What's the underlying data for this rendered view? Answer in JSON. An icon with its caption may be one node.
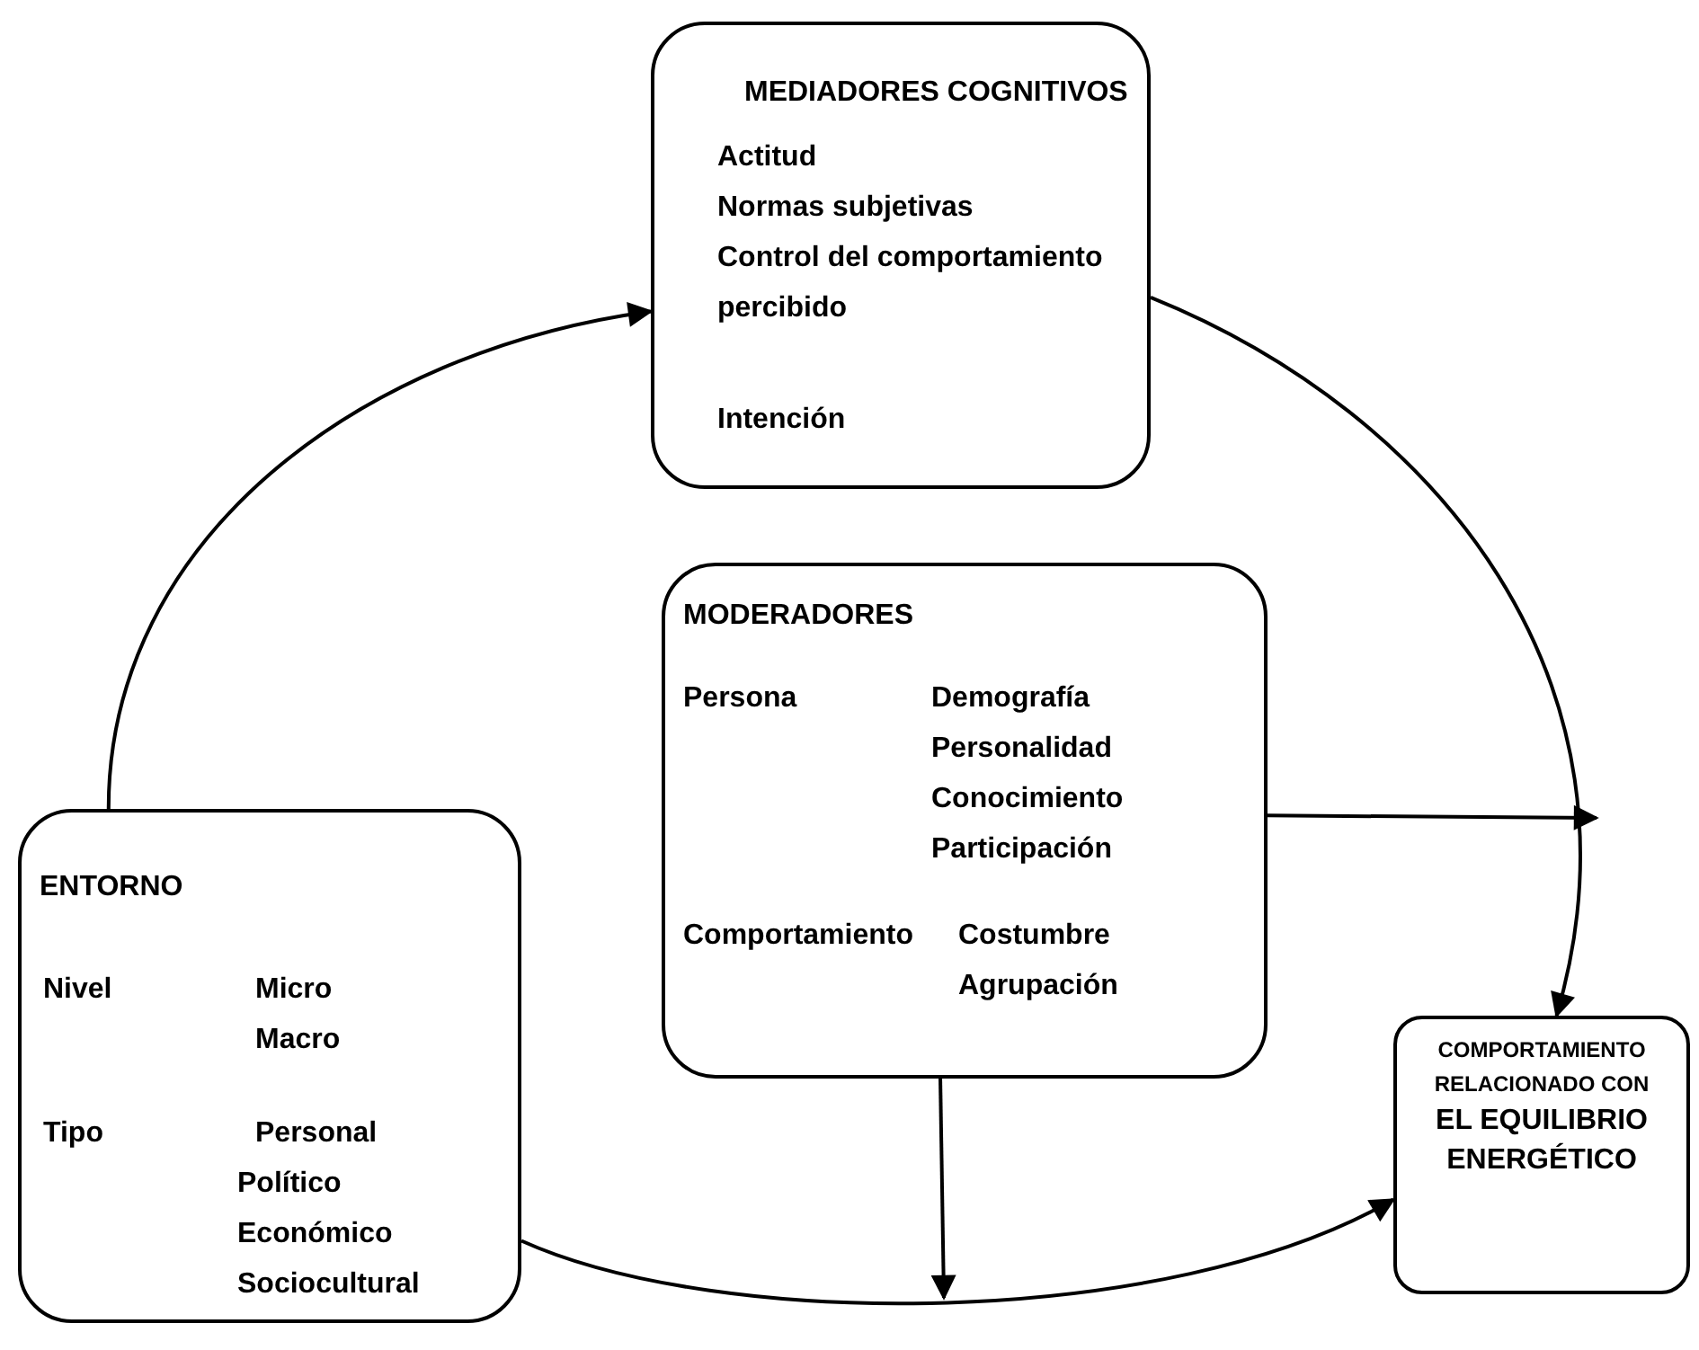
{
  "diagram": {
    "nodes": [
      {
        "text": [
          "MEDIADORES COGNITIVOS",
          "Actitud",
          "Normas subjetivas",
          "Control del comportamiento percibido",
          "Intención"
        ]
      },
      {
        "text": [
          "MODERADORES",
          "Persona",
          "Demografía",
          "Personalidad",
          "Conocimiento",
          "Participación",
          "Comportamiento",
          "Costumbre",
          "Agrupación"
        ]
      },
      {
        "text": [
          "ENTORNO",
          "Nivel",
          "Micro",
          "Macro",
          "Tipo",
          "Personal",
          "Político",
          "Económico",
          "Sociocultural"
        ]
      },
      {
        "text": [
          "COMPORTAMIENTO RELACIONADO CON",
          "EL EQUILIBRIO ENERGÉTICO"
        ]
      }
    ],
    "edges": [
      {
        "from": 2,
        "to": 0,
        "arrow": "to"
      },
      {
        "from": 0,
        "to": 3,
        "arrow": "to"
      },
      {
        "from": 2,
        "to": 3,
        "arrow": "to"
      },
      {
        "from": 1,
        "to": null,
        "arrow": "to"
      },
      {
        "from": 1,
        "to": null,
        "arrow": "to"
      }
    ]
  }
}
